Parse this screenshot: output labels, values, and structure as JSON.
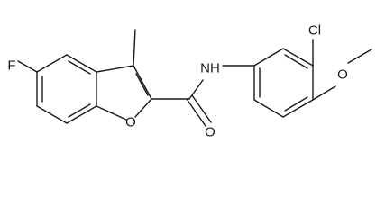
{
  "molecule": {
    "labels": {
      "fluorine": "F",
      "methyl_1": "",
      "oxygen_furan": "O",
      "oxygen_carbonyl": "O",
      "amide_nh": "NH",
      "chlorine": "Cl",
      "oxygen_methoxy": "O"
    }
  }
}
